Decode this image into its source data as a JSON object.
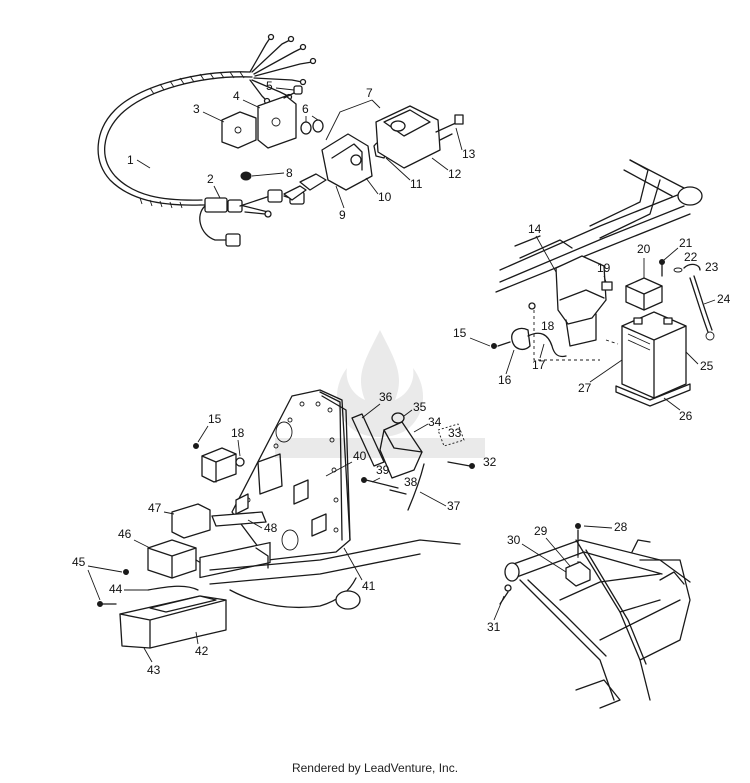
{
  "footer": {
    "credit": "Rendered by LeadVenture, Inc."
  },
  "watermark": {
    "icon": "flame-logo-icon",
    "opacity": 0.08
  },
  "callouts": {
    "c1": "1",
    "c2": "2",
    "c3": "3",
    "c4": "4",
    "c5": "5",
    "c6": "6",
    "c7": "7",
    "c8": "8",
    "c9": "9",
    "c10": "10",
    "c11": "11",
    "c12": "12",
    "c13": "13",
    "c14": "14",
    "c15a": "15",
    "c15b": "15",
    "c16": "16",
    "c17": "17",
    "c18a": "18",
    "c18b": "18",
    "c19": "19",
    "c20": "20",
    "c21": "21",
    "c22": "22",
    "c23": "23",
    "c24": "24",
    "c25": "25",
    "c26": "26",
    "c27": "27",
    "c28": "28",
    "c29": "29",
    "c30": "30",
    "c31": "31",
    "c32": "32",
    "c33": "33",
    "c34": "34",
    "c35": "35",
    "c36": "36",
    "c37": "37",
    "c38": "38",
    "c39": "39",
    "c40": "40",
    "c41": "41",
    "c42": "42",
    "c43": "43",
    "c44": "44",
    "c45": "45",
    "c46": "46",
    "c47": "47",
    "c48": "48"
  }
}
